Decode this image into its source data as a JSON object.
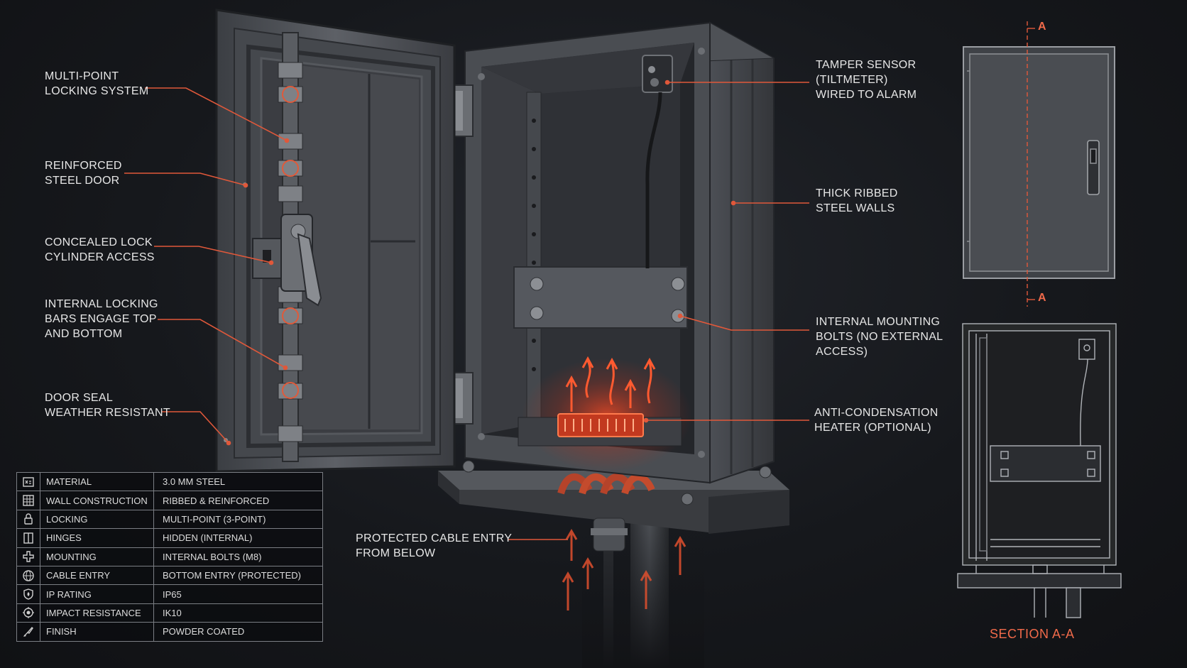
{
  "callouts": {
    "locking_system": [
      "MULTI-POINT",
      "LOCKING SYSTEM"
    ],
    "steel_door": [
      "REINFORCED",
      "STEEL DOOR"
    ],
    "lock_cylinder": [
      "CONCEALED LOCK",
      "CYLINDER ACCESS"
    ],
    "locking_bars": [
      "INTERNAL LOCKING",
      "BARS ENGAGE TOP",
      "AND BOTTOM"
    ],
    "door_seal": [
      "DOOR SEAL",
      "WEATHER RESISTANT"
    ],
    "tamper_sensor": [
      "TAMPER SENSOR",
      "(TILTMETER)",
      "WIRED TO ALARM"
    ],
    "ribbed_walls": [
      "THICK RIBBED",
      "STEEL WALLS"
    ],
    "mounting_bolts": [
      "INTERNAL MOUNTING",
      "BOLTS (NO EXTERNAL",
      "ACCESS)"
    ],
    "heater": [
      "ANTI-CONDENSATION",
      "HEATER (OPTIONAL)"
    ],
    "cable_entry": [
      "PROTECTED CABLE ENTRY",
      "FROM BELOW"
    ]
  },
  "section": {
    "marker_top": "A",
    "marker_bottom": "A",
    "title": "SECTION A-A"
  },
  "colors": {
    "accent": "#f06a4a",
    "steel": "#5b5e63",
    "heater_glow": "#ff4a22"
  },
  "specs": [
    {
      "icon": "material-icon",
      "label": "MATERIAL",
      "value": "3.0 mm STEEL"
    },
    {
      "icon": "wall-grid-icon",
      "label": "WALL CONSTRUCTION",
      "value": "RIBBED & REINFORCED"
    },
    {
      "icon": "lock-icon",
      "label": "LOCKING",
      "value": "MULTI-POINT (3-POINT)"
    },
    {
      "icon": "hinge-icon",
      "label": "HINGES",
      "value": "HIDDEN (INTERNAL)"
    },
    {
      "icon": "mounting-cross-icon",
      "label": "MOUNTING",
      "value": "INTERNAL BOLTS (M8)"
    },
    {
      "icon": "globe-icon",
      "label": "CABLE ENTRY",
      "value": "BOTTOM ENTRY (PROTECTED)"
    },
    {
      "icon": "shield-icon",
      "label": "IP RATING",
      "value": "IP65"
    },
    {
      "icon": "impact-icon",
      "label": "IMPACT RESISTANCE",
      "value": "IK10"
    },
    {
      "icon": "brush-icon",
      "label": "FINISH",
      "value": "POWDER COATED"
    }
  ]
}
